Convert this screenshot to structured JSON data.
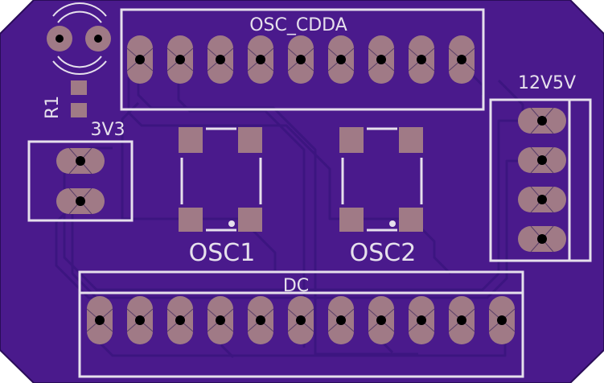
{
  "board": {
    "colors": {
      "board": "#4a1a8c",
      "outline": "#2a0c58",
      "trace": "#3c1580",
      "silkscreen": "#e6e0ec",
      "copper_pad": "#a07a86",
      "drill_hole": "#000000"
    },
    "labels": {
      "osc_cdda": "OSC_CDDA",
      "r1": "R1",
      "v3v3": "3V3",
      "v12v5v": "12V5V",
      "osc1": "OSC1",
      "osc2": "OSC2",
      "dc": "DC"
    },
    "headers": {
      "osc_cdda_pins": 9,
      "dc_pins": 11,
      "v12v5v_pins": 4,
      "v3v3_pins": 2
    },
    "components": {
      "led_pins": 2,
      "r1_pads": 2,
      "osc1_pads": 4,
      "osc2_pads": 4
    }
  }
}
